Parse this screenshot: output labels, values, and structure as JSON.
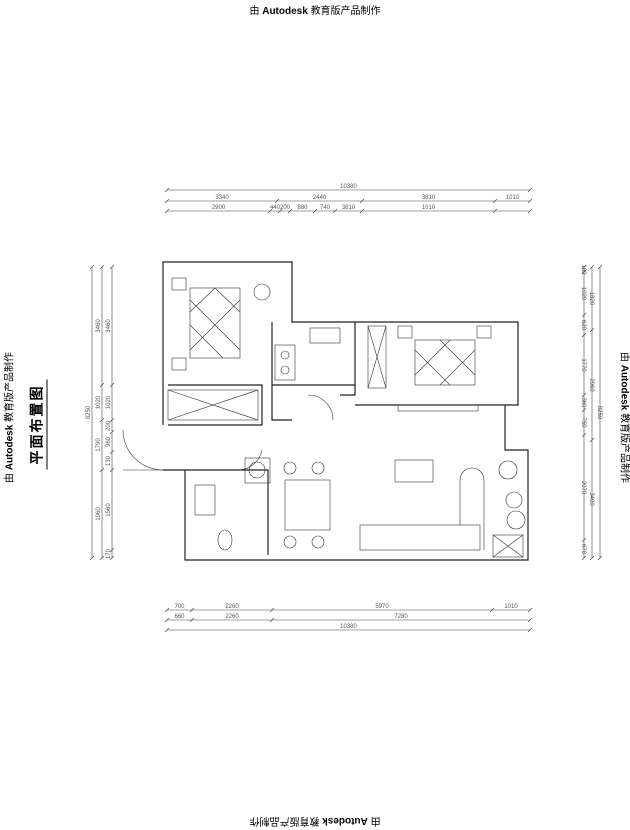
{
  "watermark": {
    "prefix": "由",
    "brand": "Autodesk",
    "suffix": "教育版产品制作"
  },
  "title": "平面布置图",
  "dimensions": {
    "top": {
      "total": "10380",
      "row1": [
        "3340",
        "2440",
        "3810",
        "1010"
      ],
      "row2": [
        "2900",
        "440",
        "200",
        "880",
        "740",
        "3810",
        "1010"
      ]
    },
    "bottom": {
      "row1": [
        "700",
        "2260",
        "5970",
        "1010"
      ],
      "row2": [
        "660",
        "2260",
        "7280"
      ],
      "total": "10380"
    },
    "left": {
      "total": "8250",
      "col1": [
        "3460",
        "1020",
        "1790",
        "1960"
      ],
      "col2": [
        "3460",
        "1020",
        "200",
        "960",
        "130",
        "1560",
        "170"
      ]
    },
    "right": {
      "total": "8250",
      "col1": [
        "1820",
        "2960",
        "3490"
      ],
      "col2": [
        "180",
        "1020",
        "620",
        "1770",
        "360",
        "750",
        "2070",
        "670"
      ]
    }
  }
}
